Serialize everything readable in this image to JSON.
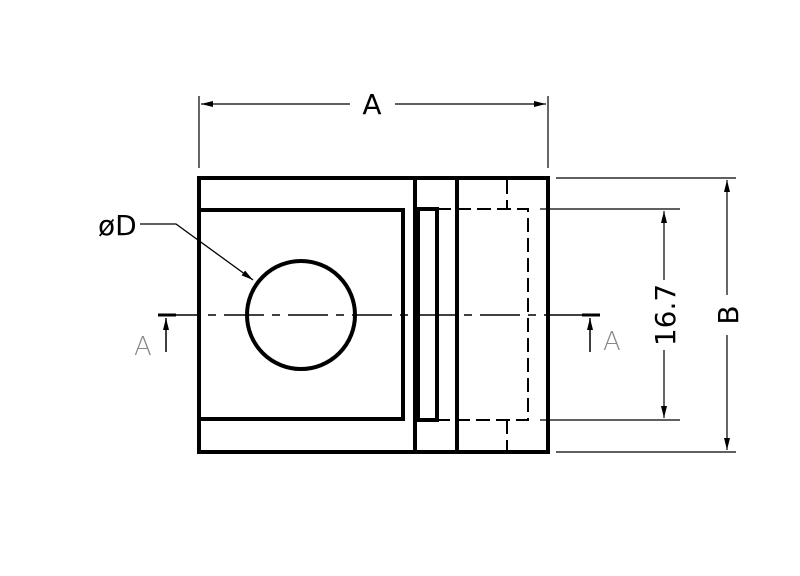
{
  "drawing": {
    "dim_width_label": "A",
    "dim_height_label": "B",
    "dim_inner_height_label": "16.7",
    "hole_label": "øD",
    "section_left_label": "A",
    "section_right_label": "A"
  },
  "colors": {
    "line": "#000000",
    "section_text": "#888888"
  }
}
